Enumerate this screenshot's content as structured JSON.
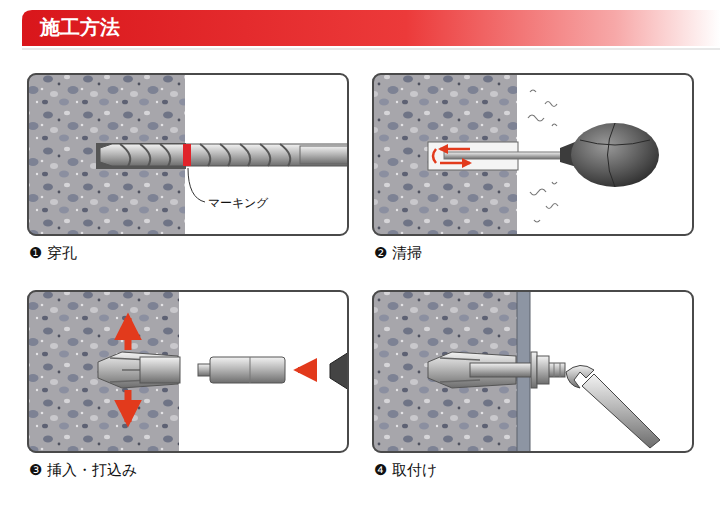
{
  "diagram": {
    "title": "施工方法",
    "nodes": [
      {
        "text": [
          "❶ 穿孔"
        ]
      },
      {
        "text": [
          "❷ 清掃"
        ]
      },
      {
        "text": [
          "❸ 挿入・打込み"
        ]
      },
      {
        "text": [
          "❹ 取付け"
        ]
      }
    ],
    "labels": [
      "マーキング"
    ]
  }
}
